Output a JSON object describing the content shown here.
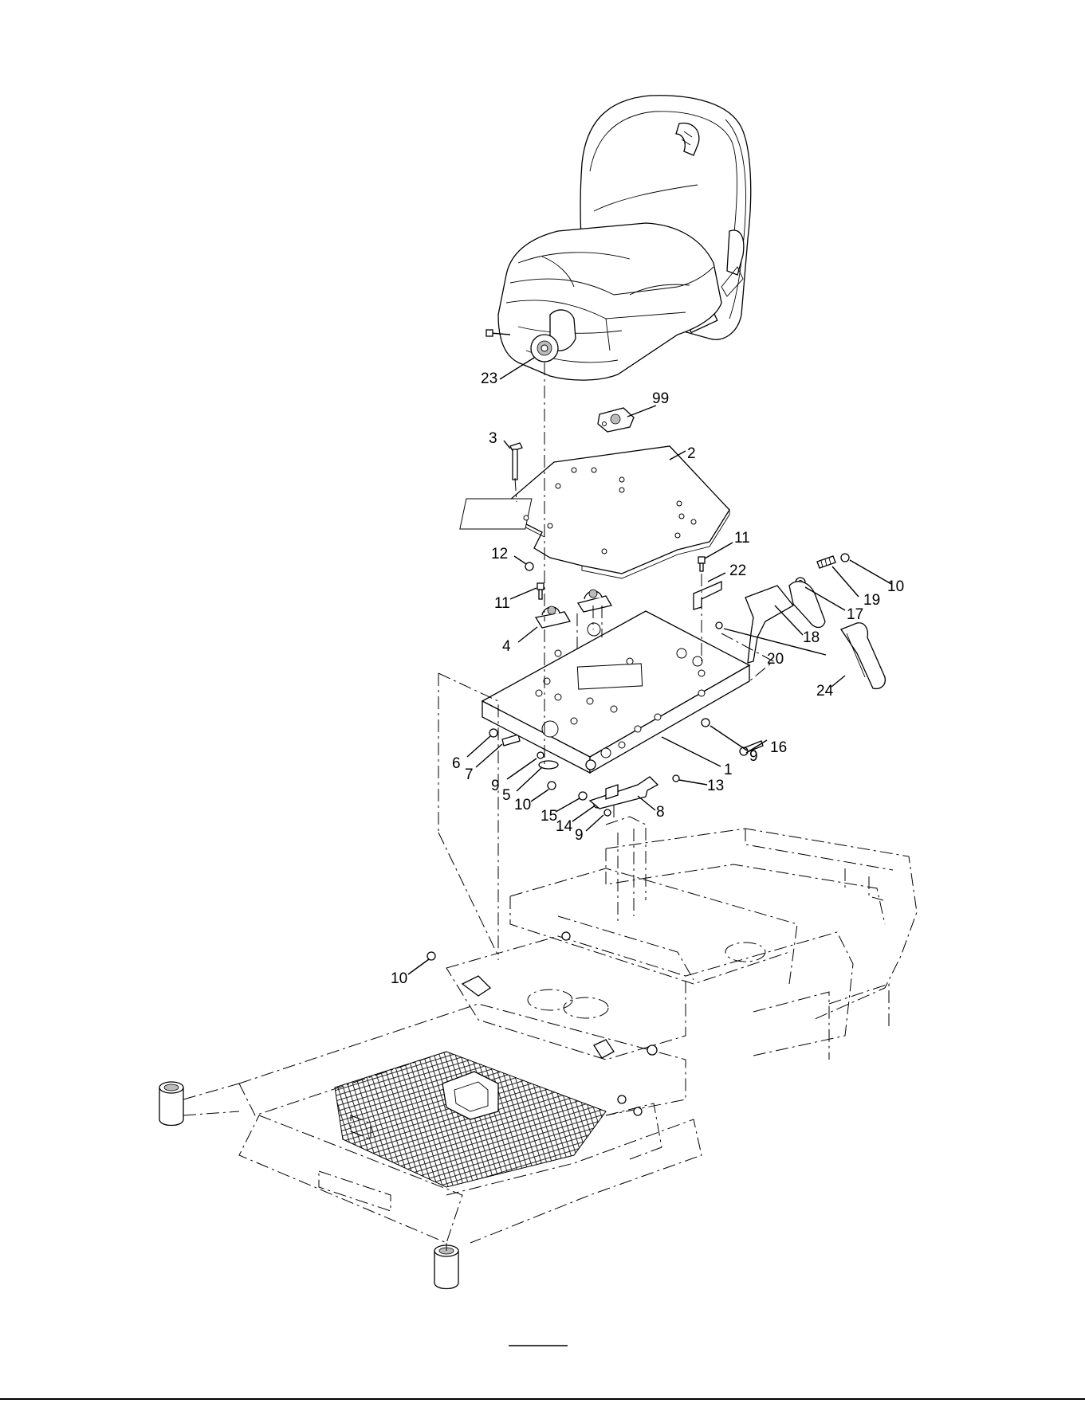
{
  "callouts": [
    {
      "id": "c23",
      "label": "23"
    },
    {
      "id": "c99",
      "label": "99"
    },
    {
      "id": "c3",
      "label": "3"
    },
    {
      "id": "c2",
      "label": "2"
    },
    {
      "id": "c12",
      "label": "12"
    },
    {
      "id": "c11a",
      "label": "11"
    },
    {
      "id": "c11b",
      "label": "11"
    },
    {
      "id": "c22",
      "label": "22"
    },
    {
      "id": "c10a",
      "label": "10"
    },
    {
      "id": "c19",
      "label": "19"
    },
    {
      "id": "c17",
      "label": "17"
    },
    {
      "id": "c4",
      "label": "4"
    },
    {
      "id": "c18",
      "label": "18"
    },
    {
      "id": "c20",
      "label": "20"
    },
    {
      "id": "c24",
      "label": "24"
    },
    {
      "id": "c16",
      "label": "16"
    },
    {
      "id": "c6",
      "label": "6"
    },
    {
      "id": "c7",
      "label": "7"
    },
    {
      "id": "c9a",
      "label": "9"
    },
    {
      "id": "c1",
      "label": "1"
    },
    {
      "id": "c9b",
      "label": "9"
    },
    {
      "id": "c5",
      "label": "5"
    },
    {
      "id": "c13",
      "label": "13"
    },
    {
      "id": "c10b",
      "label": "10"
    },
    {
      "id": "c15",
      "label": "15"
    },
    {
      "id": "c8",
      "label": "8"
    },
    {
      "id": "c14",
      "label": "14"
    },
    {
      "id": "c9c",
      "label": "9"
    },
    {
      "id": "c10c",
      "label": "10"
    }
  ]
}
